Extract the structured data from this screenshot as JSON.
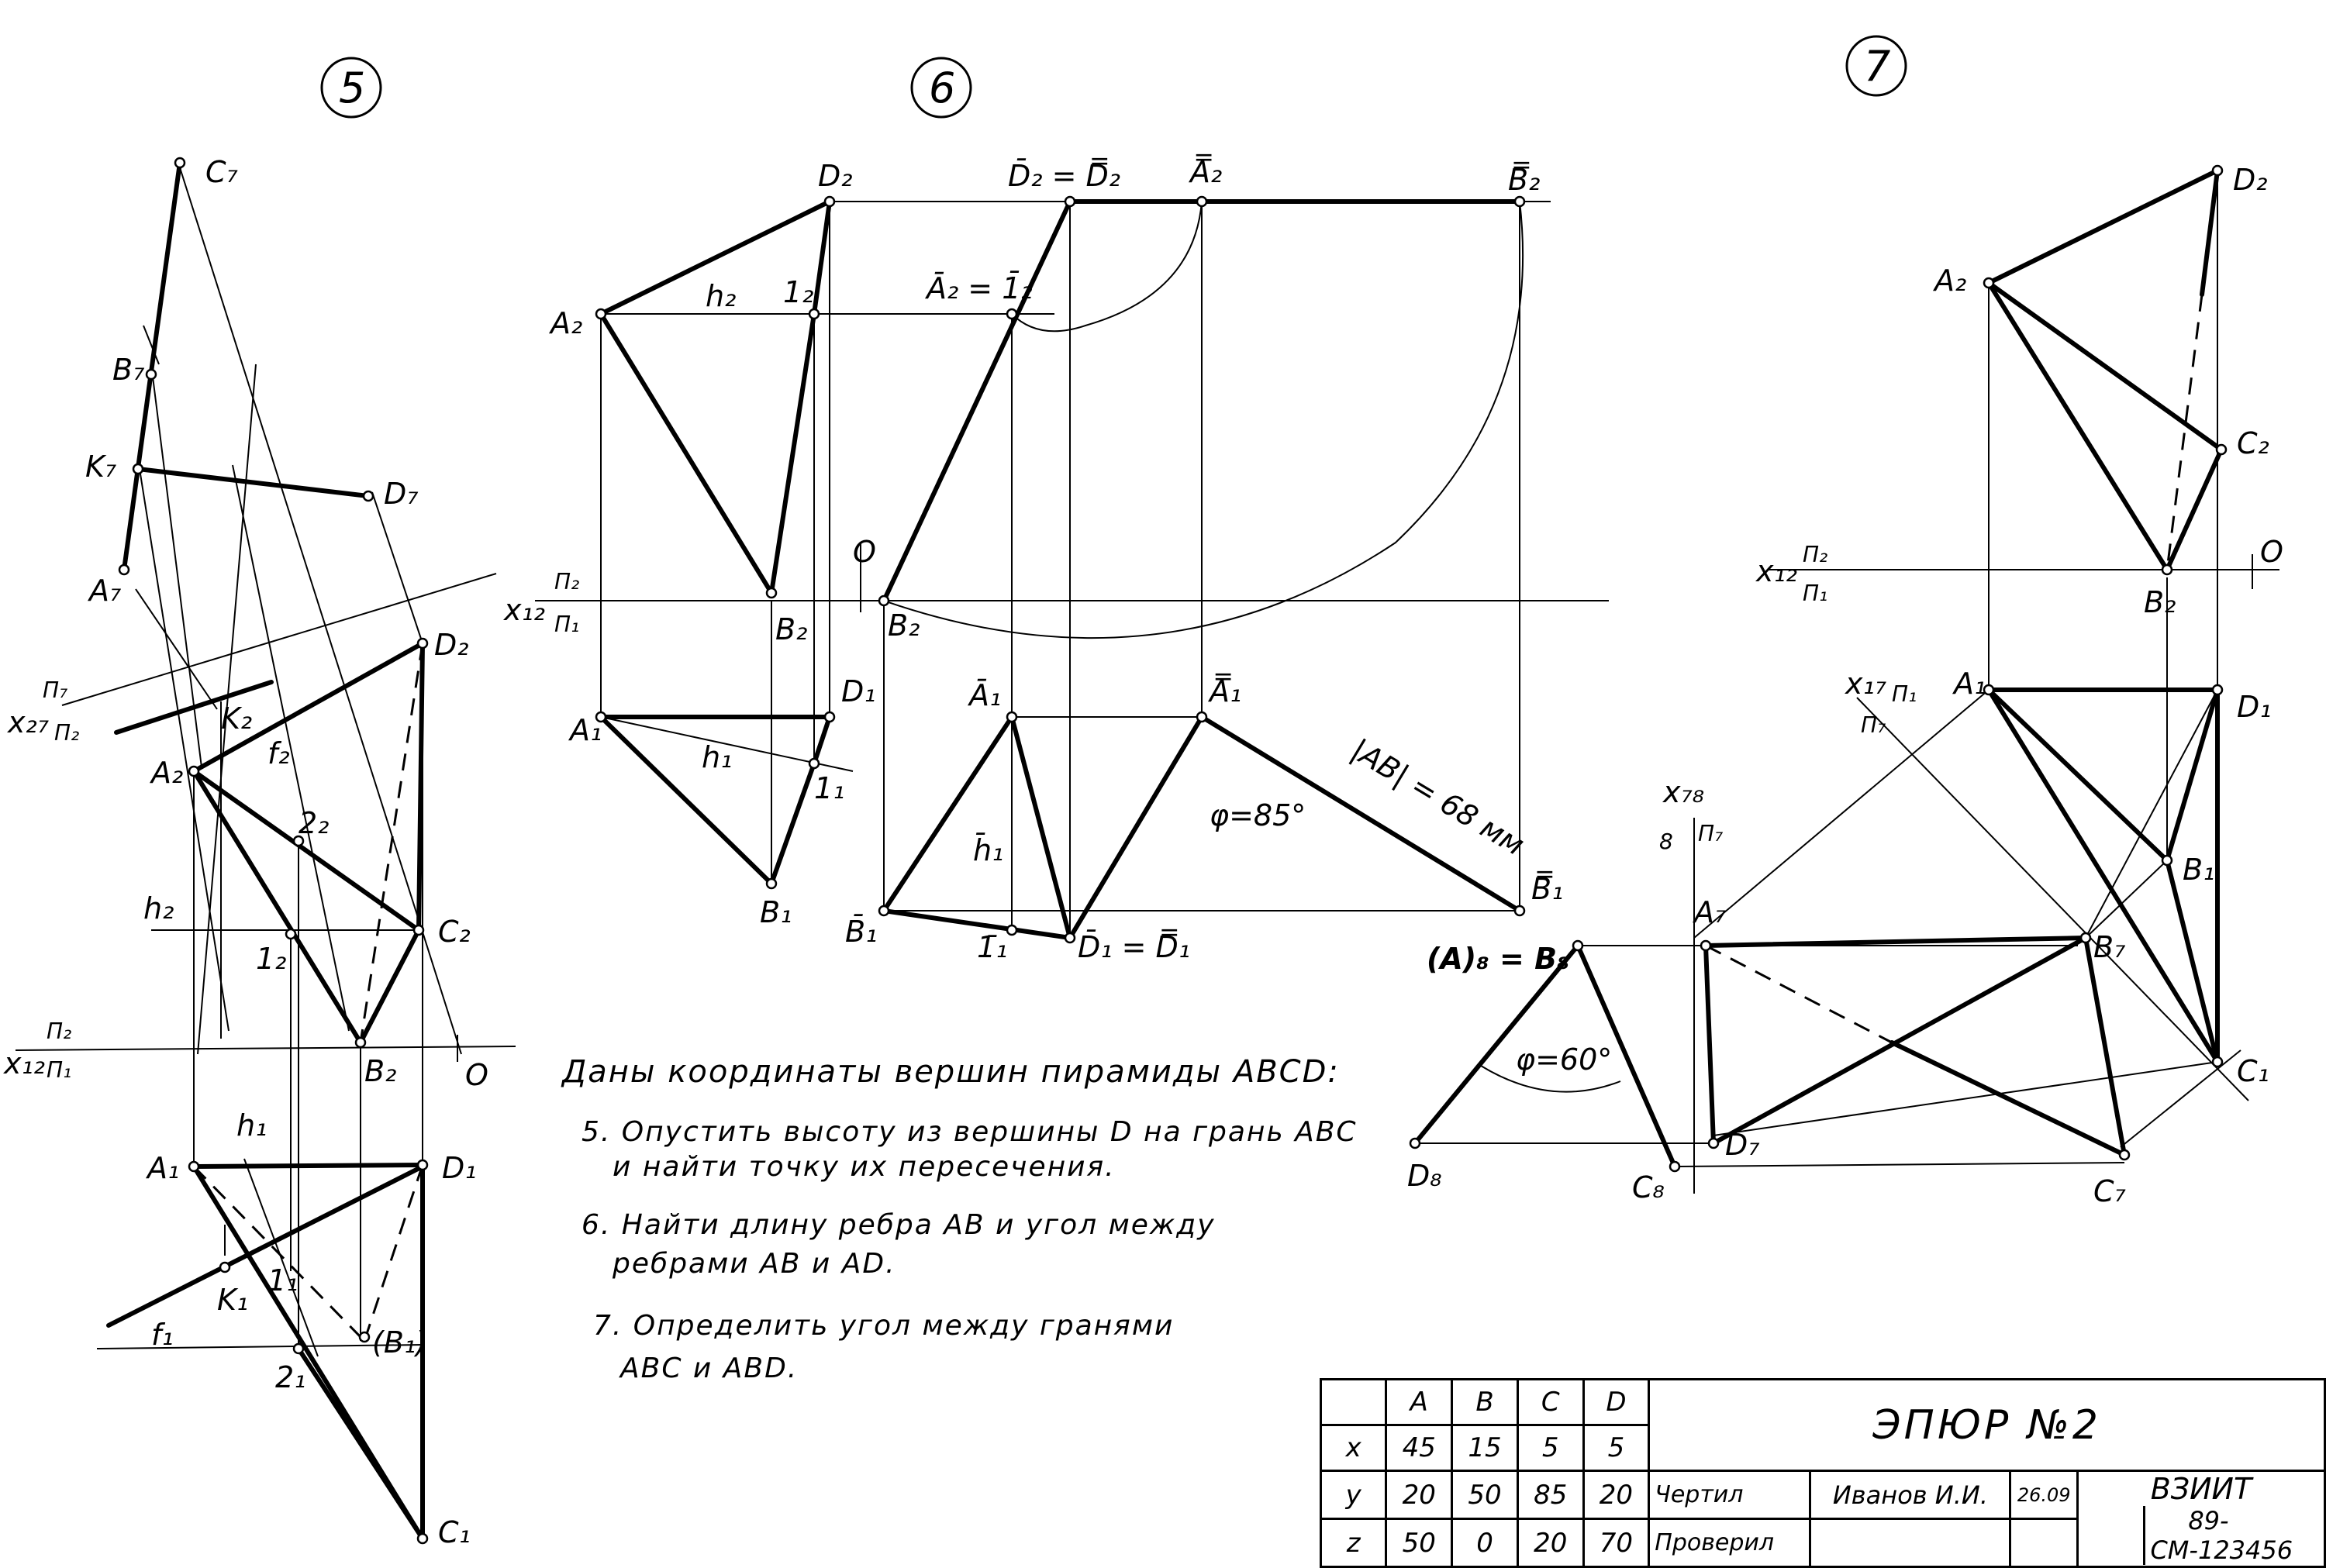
{
  "problem_numbers": [
    "5",
    "6",
    "7"
  ],
  "task": {
    "heading": "Даны координаты вершин пирамиды ABCD:",
    "item5_line1": "5. Опустить высоту из вершины D на грань ABC",
    "item5_line2": "и найти точку их пересечения.",
    "item6_line1": "6. Найти длину ребра AB и угол между",
    "item6_line2": "ребрами AB и AD.",
    "item7_line1": "7. Определить угол между гранями",
    "item7_line2": "ABC и ABD."
  },
  "coord_table": {
    "headers": [
      "",
      "A",
      "B",
      "C",
      "D"
    ],
    "rows": [
      [
        "x",
        "45",
        "15",
        "5",
        "5"
      ],
      [
        "y",
        "20",
        "50",
        "85",
        "20"
      ],
      [
        "z",
        "50",
        "0",
        "20",
        "70"
      ]
    ]
  },
  "title_block": {
    "title": "ЭПЮР №2",
    "drawn_label": "Чертил",
    "drawn_name": "Иванов И.И.",
    "date": "26.09",
    "checked_label": "Проверил",
    "org": "ВЗИИТ",
    "code": "89-СМ-123456"
  },
  "labels": {
    "p5": {
      "C7": "C₇",
      "B7": "B₇",
      "K7": "K₇",
      "A7": "A₇",
      "D7": "D₇",
      "axis27": "x₂₇",
      "pi7": "Π₇",
      "pi2": "Π₂",
      "K2": "K₂",
      "f2": "f₂",
      "A2": "A₂",
      "D2": "D₂",
      "p22": "2₂",
      "h2": "h₂",
      "p12": "1₂",
      "C2": "C₂",
      "axis12": "x₁₂",
      "pi1": "Π₁",
      "B2": "B₂",
      "O": "O",
      "A1": "A₁",
      "D1": "D₁",
      "h1": "h₁",
      "K1": "K₁",
      "p11": "1₁",
      "B1": "(B₁)",
      "f1": "f₁",
      "p21": "2₁",
      "C1": "C₁"
    },
    "p6": {
      "A2": "A₂",
      "h2": "h₂",
      "p12": "1₂",
      "D2": "D₂",
      "D2bar": "D̄₂ = D̿₂",
      "A2bar2": "A̿₂",
      "B2bar2": "B̿₂",
      "A2bar": "Ā₂ = 1̄₂",
      "O": "O",
      "axis12": "x₁₂",
      "pi2": "Π₂",
      "pi1": "Π₁",
      "B2": "B₂",
      "B2b": "B₂",
      "A1": "A₁",
      "h1": "h₁",
      "p11": "1₁",
      "D1": "D₁",
      "B1": "B₁",
      "A1bar": "Ā₁",
      "A1bar2": "A̿₁",
      "h1bar": "h̄₁",
      "B1bar": "B̄₁",
      "p11bar": "1̄₁",
      "D1bar": "D̄₁ = D̿₁",
      "B1bar2": "B̿₁",
      "phi": "φ=85°",
      "ab_len": "|AB| = 68 мм"
    },
    "p7": {
      "D2": "D₂",
      "A2": "A₂",
      "C2": "C₂",
      "axis12": "x₁₂",
      "pi2": "Π₂",
      "pi1": "Π₁",
      "O": "O",
      "B2": "B₂",
      "axis17": "x₁₇",
      "pi1b": "Π₁",
      "pi7": "Π₇",
      "A1": "A₁",
      "D1": "D₁",
      "B1": "B₁",
      "C1": "C₁",
      "axis78": "x₇₈",
      "n8": "8",
      "pi7b": "Π₇",
      "A8": "(A)₈ = B₈",
      "A7": "A₇",
      "B7": "B₇",
      "phi": "φ=60°",
      "D8": "D₈",
      "C8": "C₈",
      "D7": "D₇",
      "C7": "C₇"
    }
  }
}
